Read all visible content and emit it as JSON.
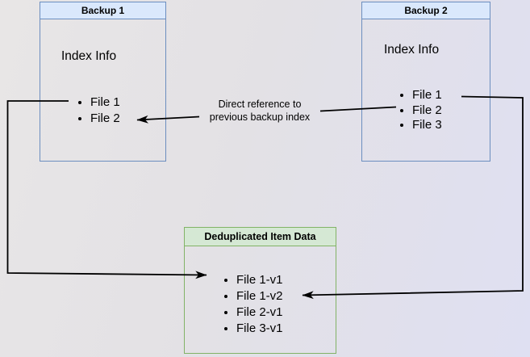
{
  "nodes": {
    "backup1": {
      "title": "Backup 1",
      "body_heading": "Index Info",
      "files": [
        "File 1",
        "File 2"
      ]
    },
    "backup2": {
      "title": "Backup 2",
      "body_heading": "Index Info",
      "files": [
        "File 1",
        "File 2",
        "File 3"
      ]
    },
    "dedup": {
      "title": "Deduplicated Item Data",
      "items": [
        "File 1-v1",
        "File 1-v2",
        "File 2-v1",
        "File 3-v1"
      ]
    }
  },
  "edge_label": {
    "line1": "Direct reference to",
    "line2": "previous backup index"
  },
  "colors": {
    "blue_node_border": "#6c8ebf",
    "blue_node_header_fill": "#dae8fc",
    "green_node_border": "#82b366",
    "green_node_header_fill": "#d5e8d4",
    "arrow": "#000000",
    "background_left": "#e8e6e6",
    "background_right": "#dfe0f2"
  }
}
